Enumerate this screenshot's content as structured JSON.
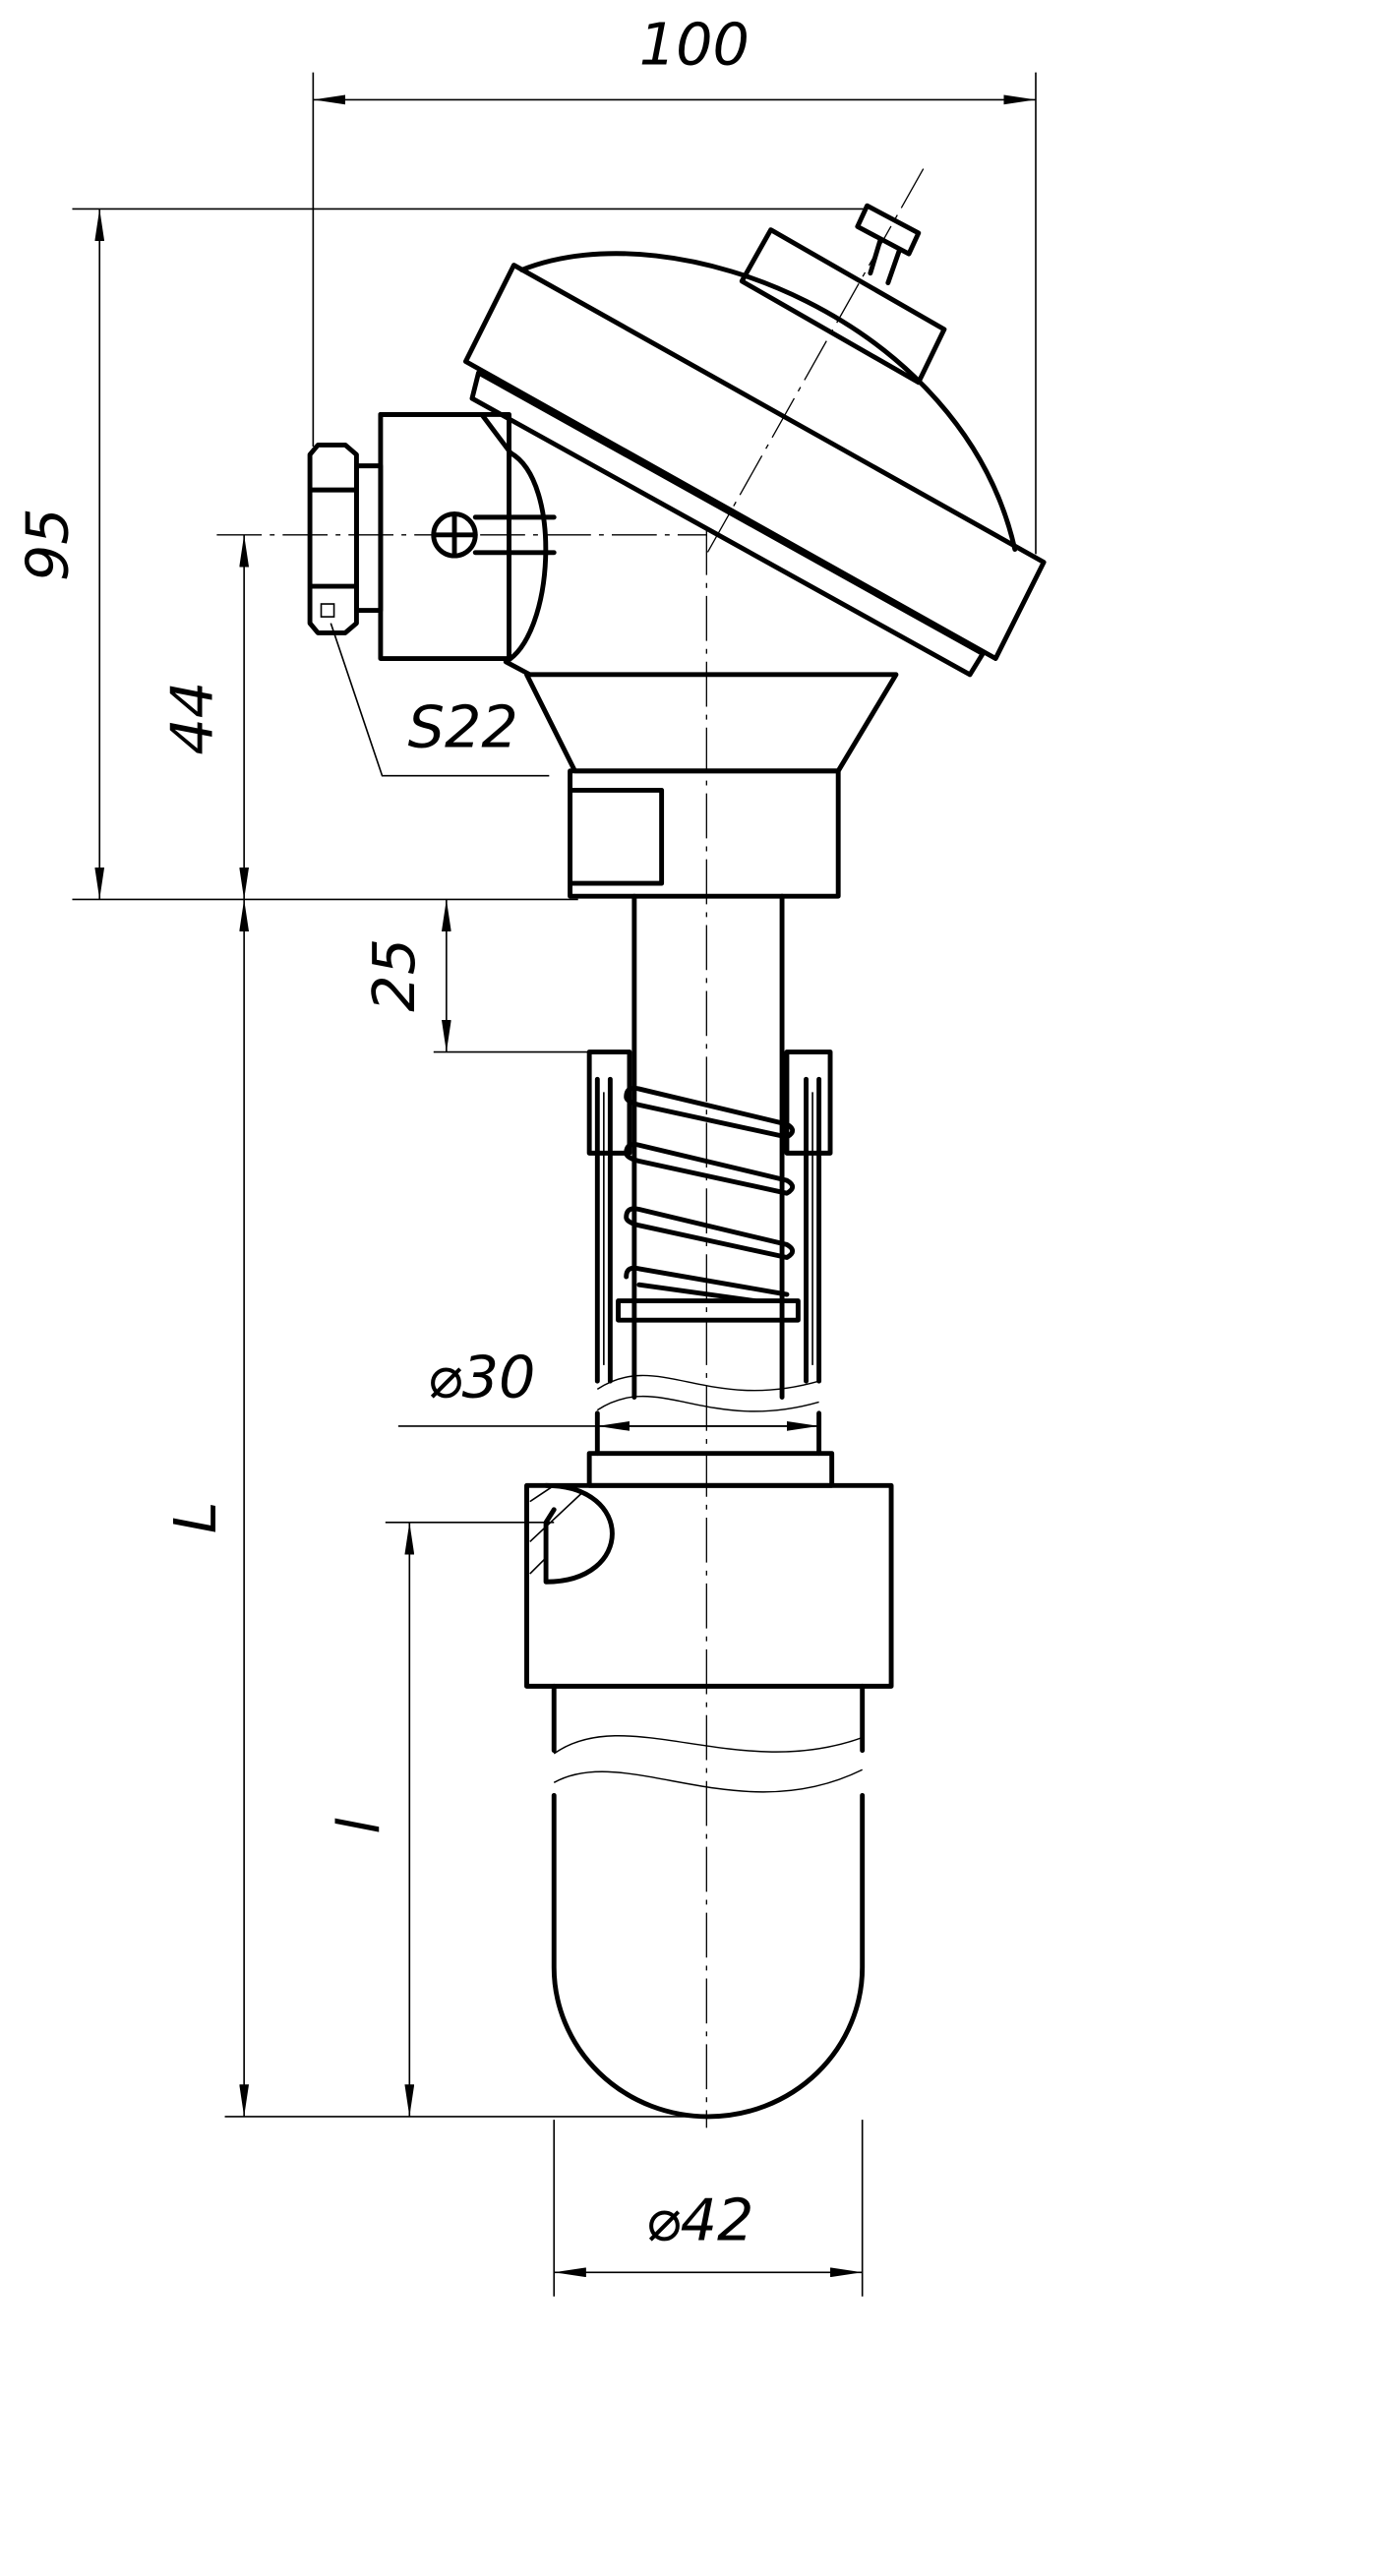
{
  "drawing": {
    "dimensions": {
      "width_top": "100",
      "height_head": "95",
      "height_gland": "44",
      "wrench_size": "S22",
      "spring_offset": "25",
      "diameter_tube": "⌀30",
      "length_total": "L",
      "length_immersion": "l",
      "diameter_pocket": "⌀42"
    }
  }
}
